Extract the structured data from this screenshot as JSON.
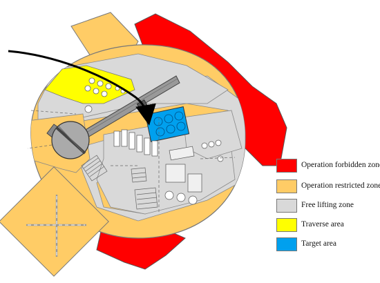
{
  "colors": {
    "forbidden": "#ff0000",
    "restricted": "#ffcc66",
    "free": "#d9d9d9",
    "traverse": "#ffff00",
    "target": "#00a0ee"
  },
  "legend": [
    {
      "label": "Operation forbidden zone",
      "color": "#ff0000"
    },
    {
      "label": "Operation restricted zone",
      "color": "#ffcc66"
    },
    {
      "label": "Free lifting zone",
      "color": "#d9d9d9"
    },
    {
      "label": "Traverse area",
      "color": "#ffff00"
    },
    {
      "label": "Target area",
      "color": "#00a0ee"
    }
  ],
  "icons": [
    "crane-icon",
    "lifting-path-arrow-icon"
  ]
}
